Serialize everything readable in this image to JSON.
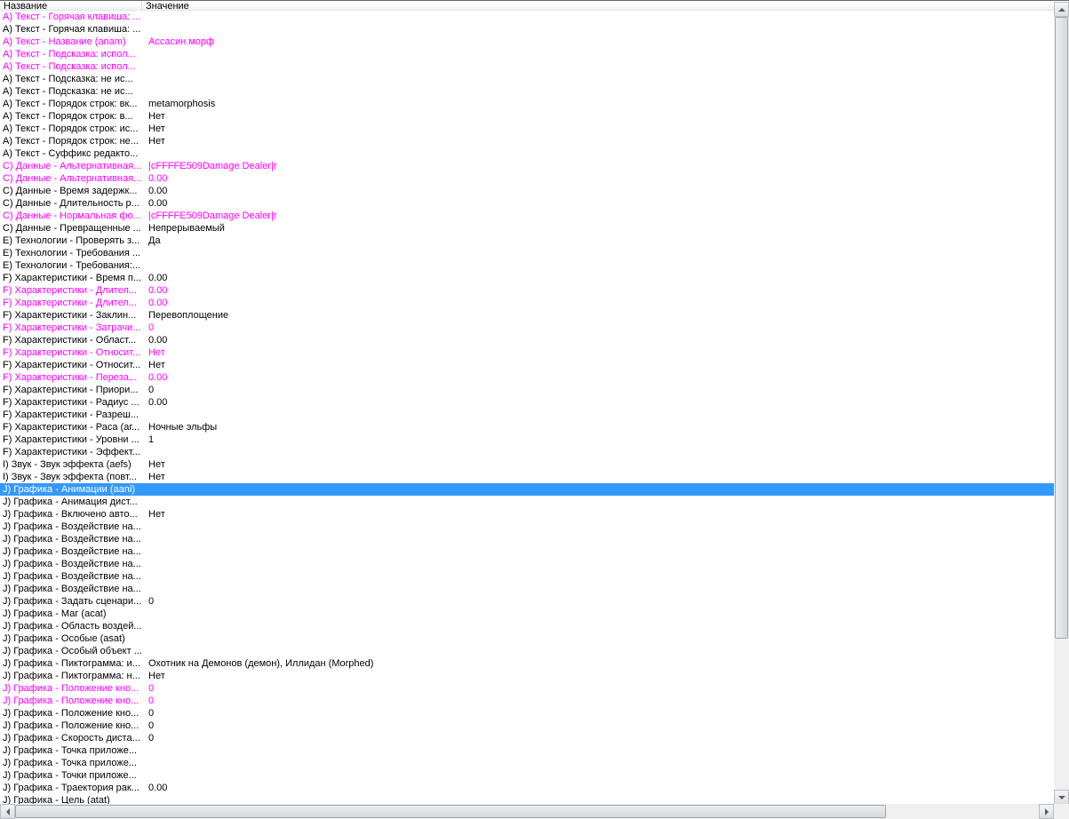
{
  "header": {
    "name_col": "Название",
    "value_col": "Значение"
  },
  "colors": {
    "modified": "#FF00FF",
    "normal": "#000000",
    "selection_bg": "#3399FF",
    "selection_text": "#FFFFFF"
  },
  "rows": [
    {
      "n": "A) Текст - Горячая клавиша: ...",
      "m": true
    },
    {
      "n": "A) Текст - Горячая клавиша: ..."
    },
    {
      "n": "A) Текст - Название (anam)",
      "v": "Ассасин.морф",
      "m": true
    },
    {
      "n": "A) Текст - Подсказка: испол...",
      "m": true
    },
    {
      "n": "A) Текст - Подсказка: испол...",
      "m": true
    },
    {
      "n": "A) Текст - Подсказка: не ис..."
    },
    {
      "n": "A) Текст - Подсказка: не ис..."
    },
    {
      "n": "A) Текст - Порядок строк: вк...",
      "v": "metamorphosis"
    },
    {
      "n": "A) Текст - Порядок строк: в...",
      "v": "Нет"
    },
    {
      "n": "A) Текст - Порядок строк: ис...",
      "v": "Нет"
    },
    {
      "n": "A) Текст - Порядок строк: не...",
      "v": "Нет"
    },
    {
      "n": "A) Текст - Суффикс редакто..."
    },
    {
      "n": "C) Данные - Альтернативная...",
      "v": "|cFFFFE509Damage Dealer|r",
      "m": true
    },
    {
      "n": "C) Данные - Альтернативная...",
      "v": "0.00",
      "m": true
    },
    {
      "n": "C) Данные - Время задержк...",
      "v": "0.00"
    },
    {
      "n": "C) Данные - Длительность р...",
      "v": "0.00"
    },
    {
      "n": "C) Данные - Нормальная фо...",
      "v": "|cFFFFE509Damage Dealer|r",
      "m": true
    },
    {
      "n": "C) Данные - Превращенные ...",
      "v": "Непрерываемый"
    },
    {
      "n": "E) Технологии - Проверять з...",
      "v": "Да"
    },
    {
      "n": "E) Технологии - Требования ..."
    },
    {
      "n": "E) Технологии - Требования:..."
    },
    {
      "n": "F) Характеристики - Время п...",
      "v": "0.00"
    },
    {
      "n": "F) Характеристики - Длител...",
      "v": "0.00",
      "m": true
    },
    {
      "n": "F) Характеристики - Длител...",
      "v": "0.00",
      "m": true
    },
    {
      "n": "F) Характеристики - Заклин...",
      "v": "Перевоплощение"
    },
    {
      "n": "F) Характеристики - Затрачи...",
      "v": "0",
      "m": true
    },
    {
      "n": "F) Характеристики - Област...",
      "v": "0.00"
    },
    {
      "n": "F) Характеристики - Относит...",
      "v": "Нет",
      "m": true
    },
    {
      "n": "F) Характеристики - Относит...",
      "v": "Нет"
    },
    {
      "n": "F) Характеристики - Переза...",
      "v": "0.00",
      "m": true
    },
    {
      "n": "F) Характеристики - Приори...",
      "v": "0"
    },
    {
      "n": "F) Характеристики - Радиус ...",
      "v": "0.00"
    },
    {
      "n": "F) Характеристики - Разреш..."
    },
    {
      "n": "F) Характеристики - Раса (аг...",
      "v": "Ночные эльфы"
    },
    {
      "n": "F) Характеристики - Уровни ...",
      "v": "1"
    },
    {
      "n": "F) Характеристики - Эффект..."
    },
    {
      "n": "I) Звук - Звук эффекта (aefs)",
      "v": "Нет"
    },
    {
      "n": "I) Звук - Звук эффекта (повт...",
      "v": "Нет"
    },
    {
      "n": "J) Графика - Анимации (aani)",
      "sel": true
    },
    {
      "n": "J) Графика - Анимация дист..."
    },
    {
      "n": "J) Графика - Включено авто...",
      "v": "Нет"
    },
    {
      "n": "J) Графика - Воздействие на..."
    },
    {
      "n": "J) Графика - Воздействие на..."
    },
    {
      "n": "J) Графика - Воздействие на..."
    },
    {
      "n": "J) Графика - Воздействие на..."
    },
    {
      "n": "J) Графика - Воздействие на..."
    },
    {
      "n": "J) Графика - Воздействие на..."
    },
    {
      "n": "J) Графика - Задать сценари...",
      "v": "0"
    },
    {
      "n": "J) Графика - Маг (acat)"
    },
    {
      "n": "J) Графика - Область воздей..."
    },
    {
      "n": "J) Графика - Особые (asat)"
    },
    {
      "n": "J) Графика - Особый объект ..."
    },
    {
      "n": "J) Графика - Пиктограмма: и...",
      "v": "Охотник на Демонов  (демон), Иллидан (Morphed)"
    },
    {
      "n": "J) Графика - Пиктограмма: н...",
      "v": "Нет"
    },
    {
      "n": "J) Графика - Положение кно...",
      "v": "0",
      "m": true
    },
    {
      "n": "J) Графика - Положение кно...",
      "v": "0",
      "m": true
    },
    {
      "n": "J) Графика - Положение кно...",
      "v": "0"
    },
    {
      "n": "J) Графика - Положение кно...",
      "v": "0"
    },
    {
      "n": "J) Графика - Скорость диста...",
      "v": "0"
    },
    {
      "n": "J) Графика - Точка приложе..."
    },
    {
      "n": "J) Графика - Точка приложе..."
    },
    {
      "n": "J) Графика - Точки приложе..."
    },
    {
      "n": "J) Графика - Траектория рак...",
      "v": "0.00"
    },
    {
      "n": "J) Графика - Цель (atat)"
    }
  ]
}
